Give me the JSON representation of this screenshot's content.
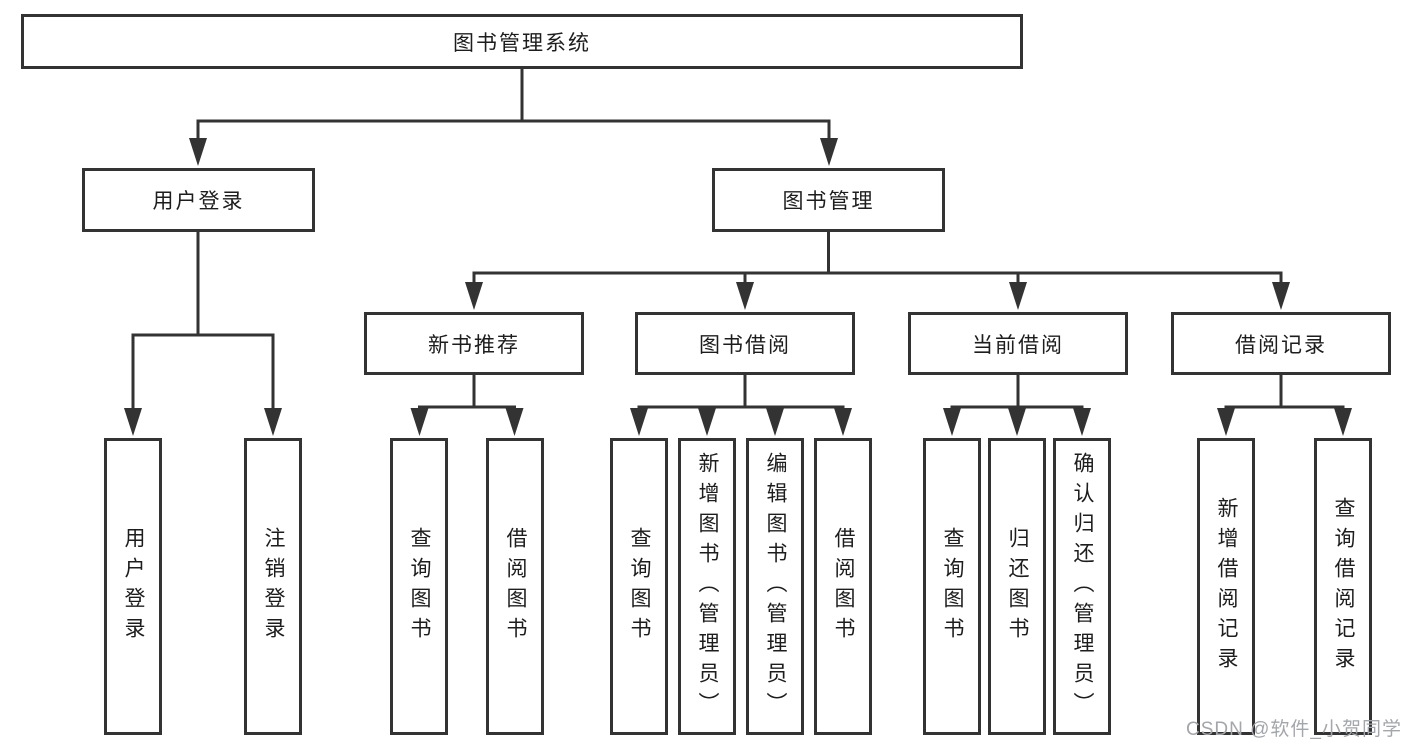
{
  "diagram": {
    "title": "图书管理系统",
    "root": {
      "label": "图书管理系统"
    },
    "level2": [
      {
        "label": "用户登录",
        "parent": "图书管理系统"
      },
      {
        "label": "图书管理",
        "parent": "图书管理系统"
      }
    ],
    "level3": [
      {
        "label": "新书推荐",
        "parent": "图书管理"
      },
      {
        "label": "图书借阅",
        "parent": "图书管理"
      },
      {
        "label": "当前借阅",
        "parent": "图书管理"
      },
      {
        "label": "借阅记录",
        "parent": "图书管理"
      }
    ],
    "leaves": [
      {
        "label": "用户登录",
        "parent": "用户登录"
      },
      {
        "label": "注销登录",
        "parent": "用户登录"
      },
      {
        "label": "查询图书",
        "parent": "新书推荐"
      },
      {
        "label": "借阅图书",
        "parent": "新书推荐"
      },
      {
        "label": "查询图书",
        "parent": "图书借阅"
      },
      {
        "label": "新增图书（管理员）",
        "parent": "图书借阅"
      },
      {
        "label": "编辑图书（管理员）",
        "parent": "图书借阅"
      },
      {
        "label": "借阅图书",
        "parent": "图书借阅"
      },
      {
        "label": "查询图书",
        "parent": "当前借阅"
      },
      {
        "label": "归还图书",
        "parent": "当前借阅"
      },
      {
        "label": "确认归还（管理员）",
        "parent": "当前借阅"
      },
      {
        "label": "新增借阅记录",
        "parent": "借阅记录"
      },
      {
        "label": "查询借阅记录",
        "parent": "借阅记录"
      }
    ],
    "watermark": "CSDN @软件_小贺同学",
    "colors": {
      "line": "#333333",
      "text": "#1d1d1d",
      "background": "#ffffff",
      "watermark": "#a3a6aa"
    }
  }
}
